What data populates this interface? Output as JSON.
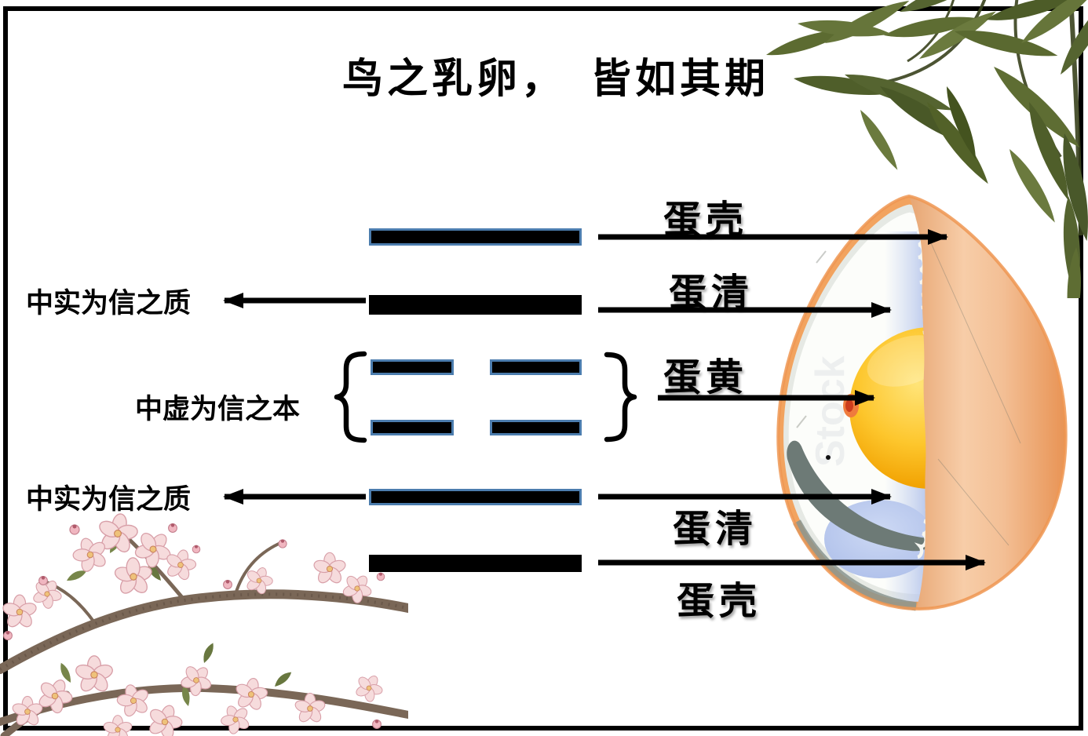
{
  "title": "鸟之乳卵，　皆如其期",
  "hexagram": {
    "lines": [
      "solid",
      "solid",
      "broken",
      "broken",
      "solid",
      "solid"
    ],
    "annotation_top": "中实为信之质",
    "annotation_middle": "中虚为信之本",
    "annotation_bottom": "中实为信之质"
  },
  "egg": {
    "labels": {
      "shell_top": "蛋壳",
      "white_top": "蛋清",
      "yolk": "蛋黄",
      "white_bottom": "蛋清",
      "shell_bottom": "蛋壳"
    },
    "watermark": "Stock"
  },
  "colors": {
    "hexagram_line_border": "#4c7dae",
    "hexagram_line_fill": "#000000",
    "shell_exterior": "#eda266",
    "shell_rim": "#ef9752",
    "egg_white": "#fcfdfa",
    "egg_white_blue": "#c7d3f0",
    "yolk": "#f7b217",
    "air_cell": "#b9c8ea",
    "membrane_dark": "#6d7a76",
    "bamboo_green": "#5e6d33",
    "blossom_pink": "#f6dbdc",
    "branch_brown": "#7a6757"
  },
  "decorations": [
    "bamboo-leaves",
    "plum-blossoms"
  ]
}
